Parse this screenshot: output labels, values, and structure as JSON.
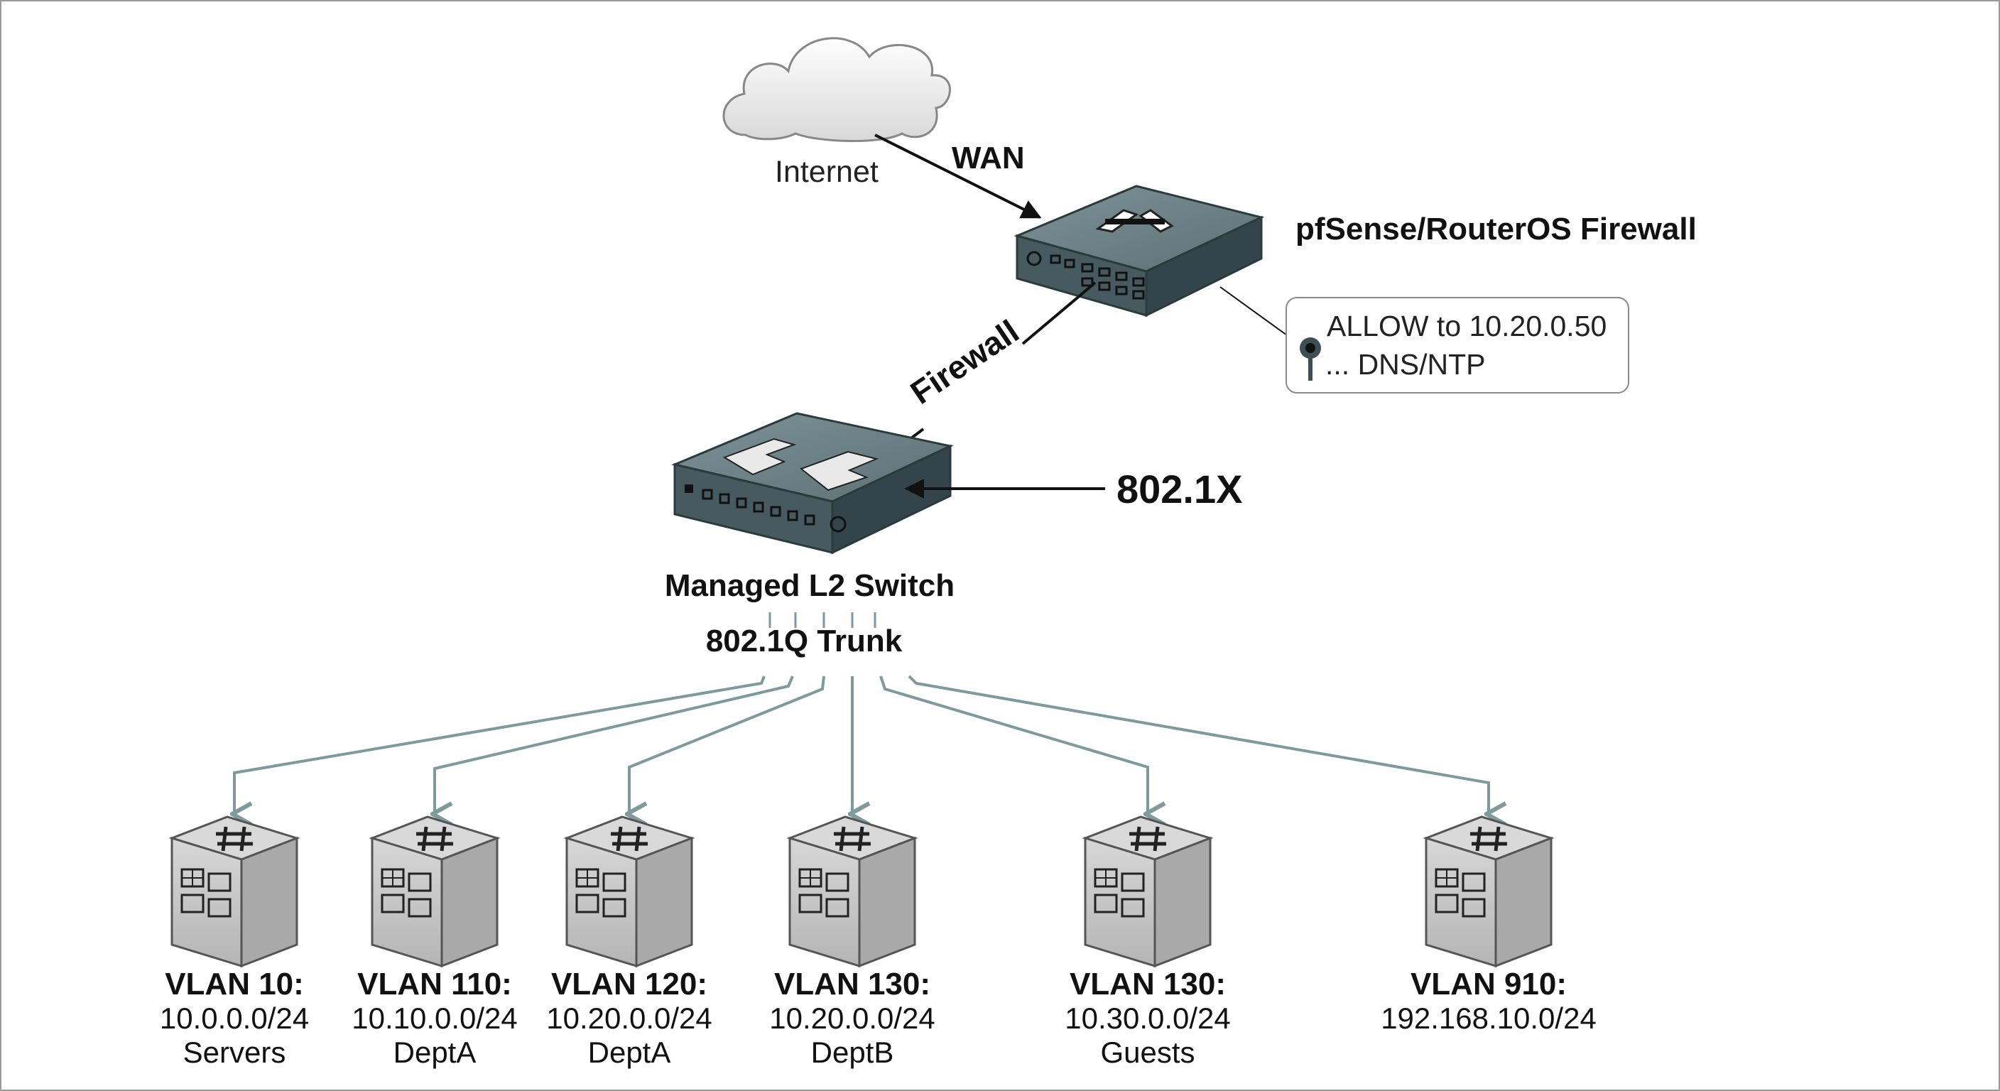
{
  "internet": {
    "label": "Internet",
    "icon": "cloud-icon"
  },
  "wan_link": {
    "label": "WAN"
  },
  "firewall": {
    "label": "pfSense/RouterOS Firewall",
    "icon": "router-firewall-icon"
  },
  "firewall_link": {
    "label": "Firewall"
  },
  "firewall_rule": {
    "line1": "ALLOW to 10.20.0.50",
    "line2": "... DNS/NTP",
    "icon": "lock-icon"
  },
  "switch": {
    "label": "Managed L2 Switch",
    "auth_label": "802.1X",
    "trunk_label": "802.1Q Trunk",
    "icon": "network-switch-icon"
  },
  "vlans": [
    {
      "name": "VLAN 10:",
      "subnet": "10.0.0.0/24",
      "desc": "Servers"
    },
    {
      "name": "VLAN 110:",
      "subnet": "10.10.0.0/24",
      "desc": "DeptA"
    },
    {
      "name": "VLAN 120:",
      "subnet": "10.20.0.0/24",
      "desc": "DeptA"
    },
    {
      "name": "VLAN 130:",
      "subnet": "10.20.0.0/24",
      "desc": "DeptB"
    },
    {
      "name": "VLAN 130:",
      "subnet": "10.30.0.0/24",
      "desc": "Guests"
    },
    {
      "name": "VLAN 910:",
      "subnet": "192.168.10.0/24",
      "desc": ""
    }
  ],
  "colors": {
    "device_dark": "#3c5055",
    "device_top": "#6e8489",
    "vlan_link": "#7f9a9c",
    "block_face": "#c4c4c4",
    "line": "#111111"
  }
}
